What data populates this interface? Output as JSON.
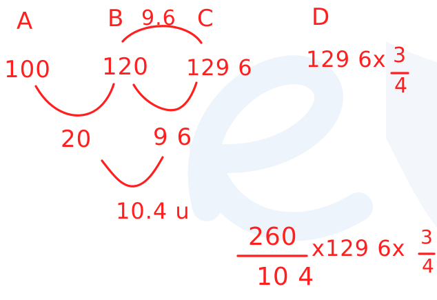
{
  "ink_color": "#ff1f1f",
  "watermark_color": "#eef4fb",
  "columns": {
    "a": "A",
    "b": "B",
    "c": "C",
    "d": "D"
  },
  "values": {
    "a": "100",
    "b": "120",
    "c": "129 6",
    "bc_increase": "9.6"
  },
  "differences": {
    "ab": "20",
    "bc": "9 6",
    "combined": "10.4 u"
  },
  "step_d": {
    "base": "129 6x",
    "numerator": "3",
    "denominator": "4"
  },
  "final_step": {
    "numerator": "260",
    "denominator": "10 4",
    "multiplier": "x129 6x",
    "fraction_numerator": "3",
    "fraction_denominator": "4"
  }
}
